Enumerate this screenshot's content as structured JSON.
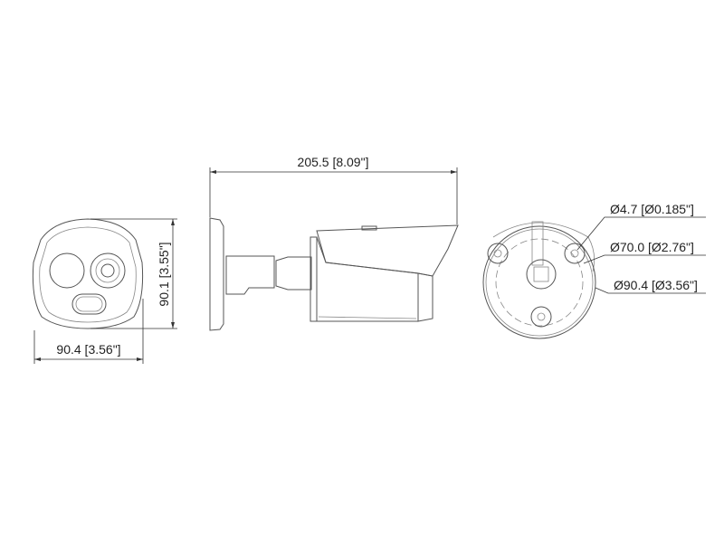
{
  "front_view": {
    "width_label": "90.4 [3.56\"]",
    "height_label": "90.1 [3.55\"]"
  },
  "side_view": {
    "length_label": "205.5 [8.09\"]"
  },
  "rear_view": {
    "hole_label": "Ø4.7  [Ø0.185\"]",
    "bolt_circle_label": "Ø70.0  [Ø2.76\"]",
    "base_diameter_label": "Ø90.4 [Ø3.56\"]"
  }
}
